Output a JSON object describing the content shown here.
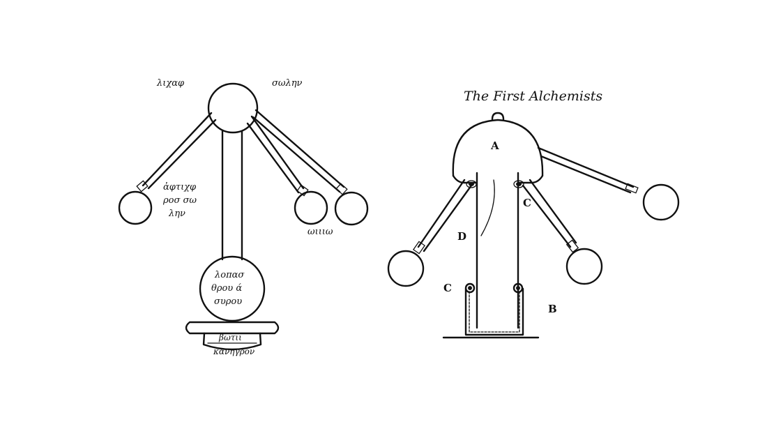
{
  "page_title": "The First Alchemists",
  "left_diagram": {
    "label_top_left": "λιχαφ",
    "label_top_right": "σωλην",
    "label_flask_left": [
      "ἀφτιχφ",
      "ροσ σω",
      "λην"
    ],
    "label_flask_right": "ωιιιω",
    "label_base_sphere": [
      "λοπασ",
      "θρου ά",
      "συρου"
    ],
    "label_pedestal": "βωτιι",
    "label_pedestal_below": "κανηγρον"
  },
  "right_diagram": {
    "label_a": "A",
    "label_b": "B",
    "label_c_upper": "C",
    "label_c_lower": "C",
    "label_d": "D"
  }
}
